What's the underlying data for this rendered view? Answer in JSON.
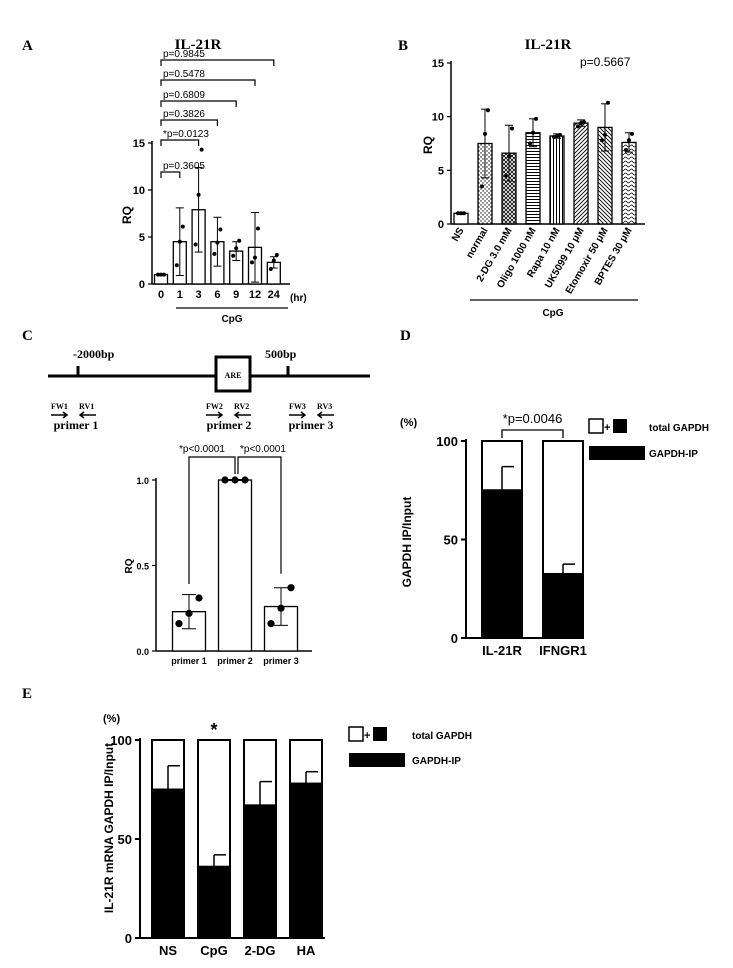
{
  "panels": {
    "A": {
      "letter": "A",
      "title": "IL-21R",
      "ylabel": "RQ",
      "x_unit": "(hr)",
      "group_label": "CpG",
      "brackets": [
        {
          "to": "1",
          "text": "p=0.3605"
        },
        {
          "to": "3",
          "text": "*p=0.0123"
        },
        {
          "to": "6",
          "text": "p=0.3826"
        },
        {
          "to": "9",
          "text": "p=0.6809"
        },
        {
          "to": "12",
          "text": "p=0.5478"
        },
        {
          "to": "24",
          "text": "p=0.9845"
        }
      ]
    },
    "B": {
      "letter": "B",
      "title": "IL-21R",
      "ylabel": "RQ",
      "pvalue": "p=0.5667",
      "group_label": "CpG"
    },
    "C": {
      "letter": "C",
      "diagram": {
        "left_mark": "-2000bp",
        "right_mark": "500bp",
        "box_label": "ARE",
        "primers": [
          {
            "fw": "FW1",
            "rv": "RV1",
            "name": "primer 1"
          },
          {
            "fw": "FW2",
            "rv": "RV2",
            "name": "primer 2"
          },
          {
            "fw": "FW3",
            "rv": "RV3",
            "name": "primer 3"
          }
        ]
      },
      "ylabel": "RQ",
      "brackets": [
        {
          "text": "*p<0.0001"
        },
        {
          "text": "*p<0.0001"
        }
      ]
    },
    "D": {
      "letter": "D",
      "ylabel": "GAPDH IP/Input",
      "unit": "(%)",
      "bracket_text": "*p=0.0046",
      "legend": [
        {
          "label": "total GAPDH"
        },
        {
          "label": "GAPDH-IP"
        }
      ]
    },
    "E": {
      "letter": "E",
      "ylabel": "IL-21R mRNA GAPDH IP/Input",
      "unit": "(%)",
      "star": "*",
      "legend": [
        {
          "label": "total GAPDH"
        },
        {
          "label": "GAPDH-IP"
        }
      ]
    }
  },
  "colors": {
    "ink": "#000000",
    "bar_fill": "#ffffff",
    "ip_fill": "#000000"
  },
  "chart_data": [
    {
      "id": "A",
      "type": "bar",
      "title": "IL-21R",
      "xlabel": "CpG",
      "ylabel": "RQ",
      "ylim": [
        0,
        15
      ],
      "yticks": [
        0,
        5,
        10,
        15
      ],
      "categories": [
        "0",
        "1",
        "3",
        "6",
        "9",
        "12",
        "24"
      ],
      "values": [
        1.0,
        4.5,
        7.9,
        4.5,
        3.5,
        3.9,
        2.3
      ],
      "errors": [
        0.1,
        3.6,
        4.5,
        2.6,
        1.0,
        3.7,
        0.6
      ],
      "points": [
        [
          1.0,
          1.0,
          1.0
        ],
        [
          2.0,
          4.5,
          6.1
        ],
        [
          4.2,
          9.5,
          14.3
        ],
        [
          3.2,
          4.4,
          5.8
        ],
        [
          3.0,
          3.8,
          4.6
        ],
        [
          2.3,
          2.8,
          5.9
        ],
        [
          1.6,
          2.5,
          3.1
        ]
      ]
    },
    {
      "id": "B",
      "type": "bar",
      "title": "IL-21R",
      "xlabel": "CpG",
      "ylabel": "RQ",
      "ylim": [
        0,
        15
      ],
      "yticks": [
        0,
        5,
        10,
        15
      ],
      "categories": [
        "NS",
        "normal",
        "2-DG 3.0 mM",
        "Oligo 1000 nM",
        "Rapa 10 nM",
        "UK5099 10 μM",
        "Etomoxir 50 μM",
        "BPTES 30 μM"
      ],
      "values": [
        1.0,
        7.5,
        6.6,
        8.5,
        8.2,
        9.4,
        9.0,
        7.6
      ],
      "errors": [
        0.1,
        3.2,
        2.6,
        1.3,
        0.2,
        0.3,
        2.2,
        0.9
      ],
      "points": [
        [
          1.0,
          1.0,
          1.0
        ],
        [
          3.5,
          8.4,
          10.6
        ],
        [
          4.5,
          6.3,
          8.9
        ],
        [
          7.5,
          8.5,
          9.8
        ],
        [
          8.1,
          8.2,
          8.3
        ],
        [
          9.1,
          9.4,
          9.5
        ],
        [
          7.8,
          8.3,
          11.3
        ],
        [
          6.9,
          7.8,
          8.4
        ]
      ]
    },
    {
      "id": "C",
      "type": "bar",
      "ylabel": "RQ",
      "ylim": [
        0,
        1.0
      ],
      "yticks": [
        0.0,
        0.5,
        1.0
      ],
      "categories": [
        "primer 1",
        "primer 2",
        "primer 3"
      ],
      "values": [
        0.23,
        1.0,
        0.26
      ],
      "errors": [
        0.1,
        0.003,
        0.11
      ],
      "points": [
        [
          0.16,
          0.22,
          0.31
        ],
        [
          1.0,
          1.0,
          1.0
        ],
        [
          0.16,
          0.25,
          0.37
        ]
      ]
    },
    {
      "id": "D",
      "type": "bar",
      "ylabel": "GAPDH IP/Input",
      "ylim": [
        0,
        100
      ],
      "yticks": [
        0,
        50,
        100
      ],
      "categories": [
        "IL-21R",
        "IFNGR1"
      ],
      "series": [
        {
          "name": "total GAPDH",
          "values": [
            100,
            100
          ]
        },
        {
          "name": "GAPDH-IP",
          "values": [
            75,
            32.5
          ]
        }
      ],
      "errors": [
        12,
        5
      ]
    },
    {
      "id": "E",
      "type": "bar",
      "ylabel": "IL-21R mRNA GAPDH IP/Input",
      "ylim": [
        0,
        100
      ],
      "yticks": [
        0,
        50,
        100
      ],
      "categories": [
        "NS",
        "CpG",
        "2-DG",
        "HA"
      ],
      "series": [
        {
          "name": "total GAPDH",
          "values": [
            100,
            100,
            100,
            100
          ]
        },
        {
          "name": "GAPDH-IP",
          "values": [
            75,
            36,
            67,
            78
          ]
        }
      ],
      "errors": [
        12,
        6,
        12,
        6
      ]
    }
  ]
}
